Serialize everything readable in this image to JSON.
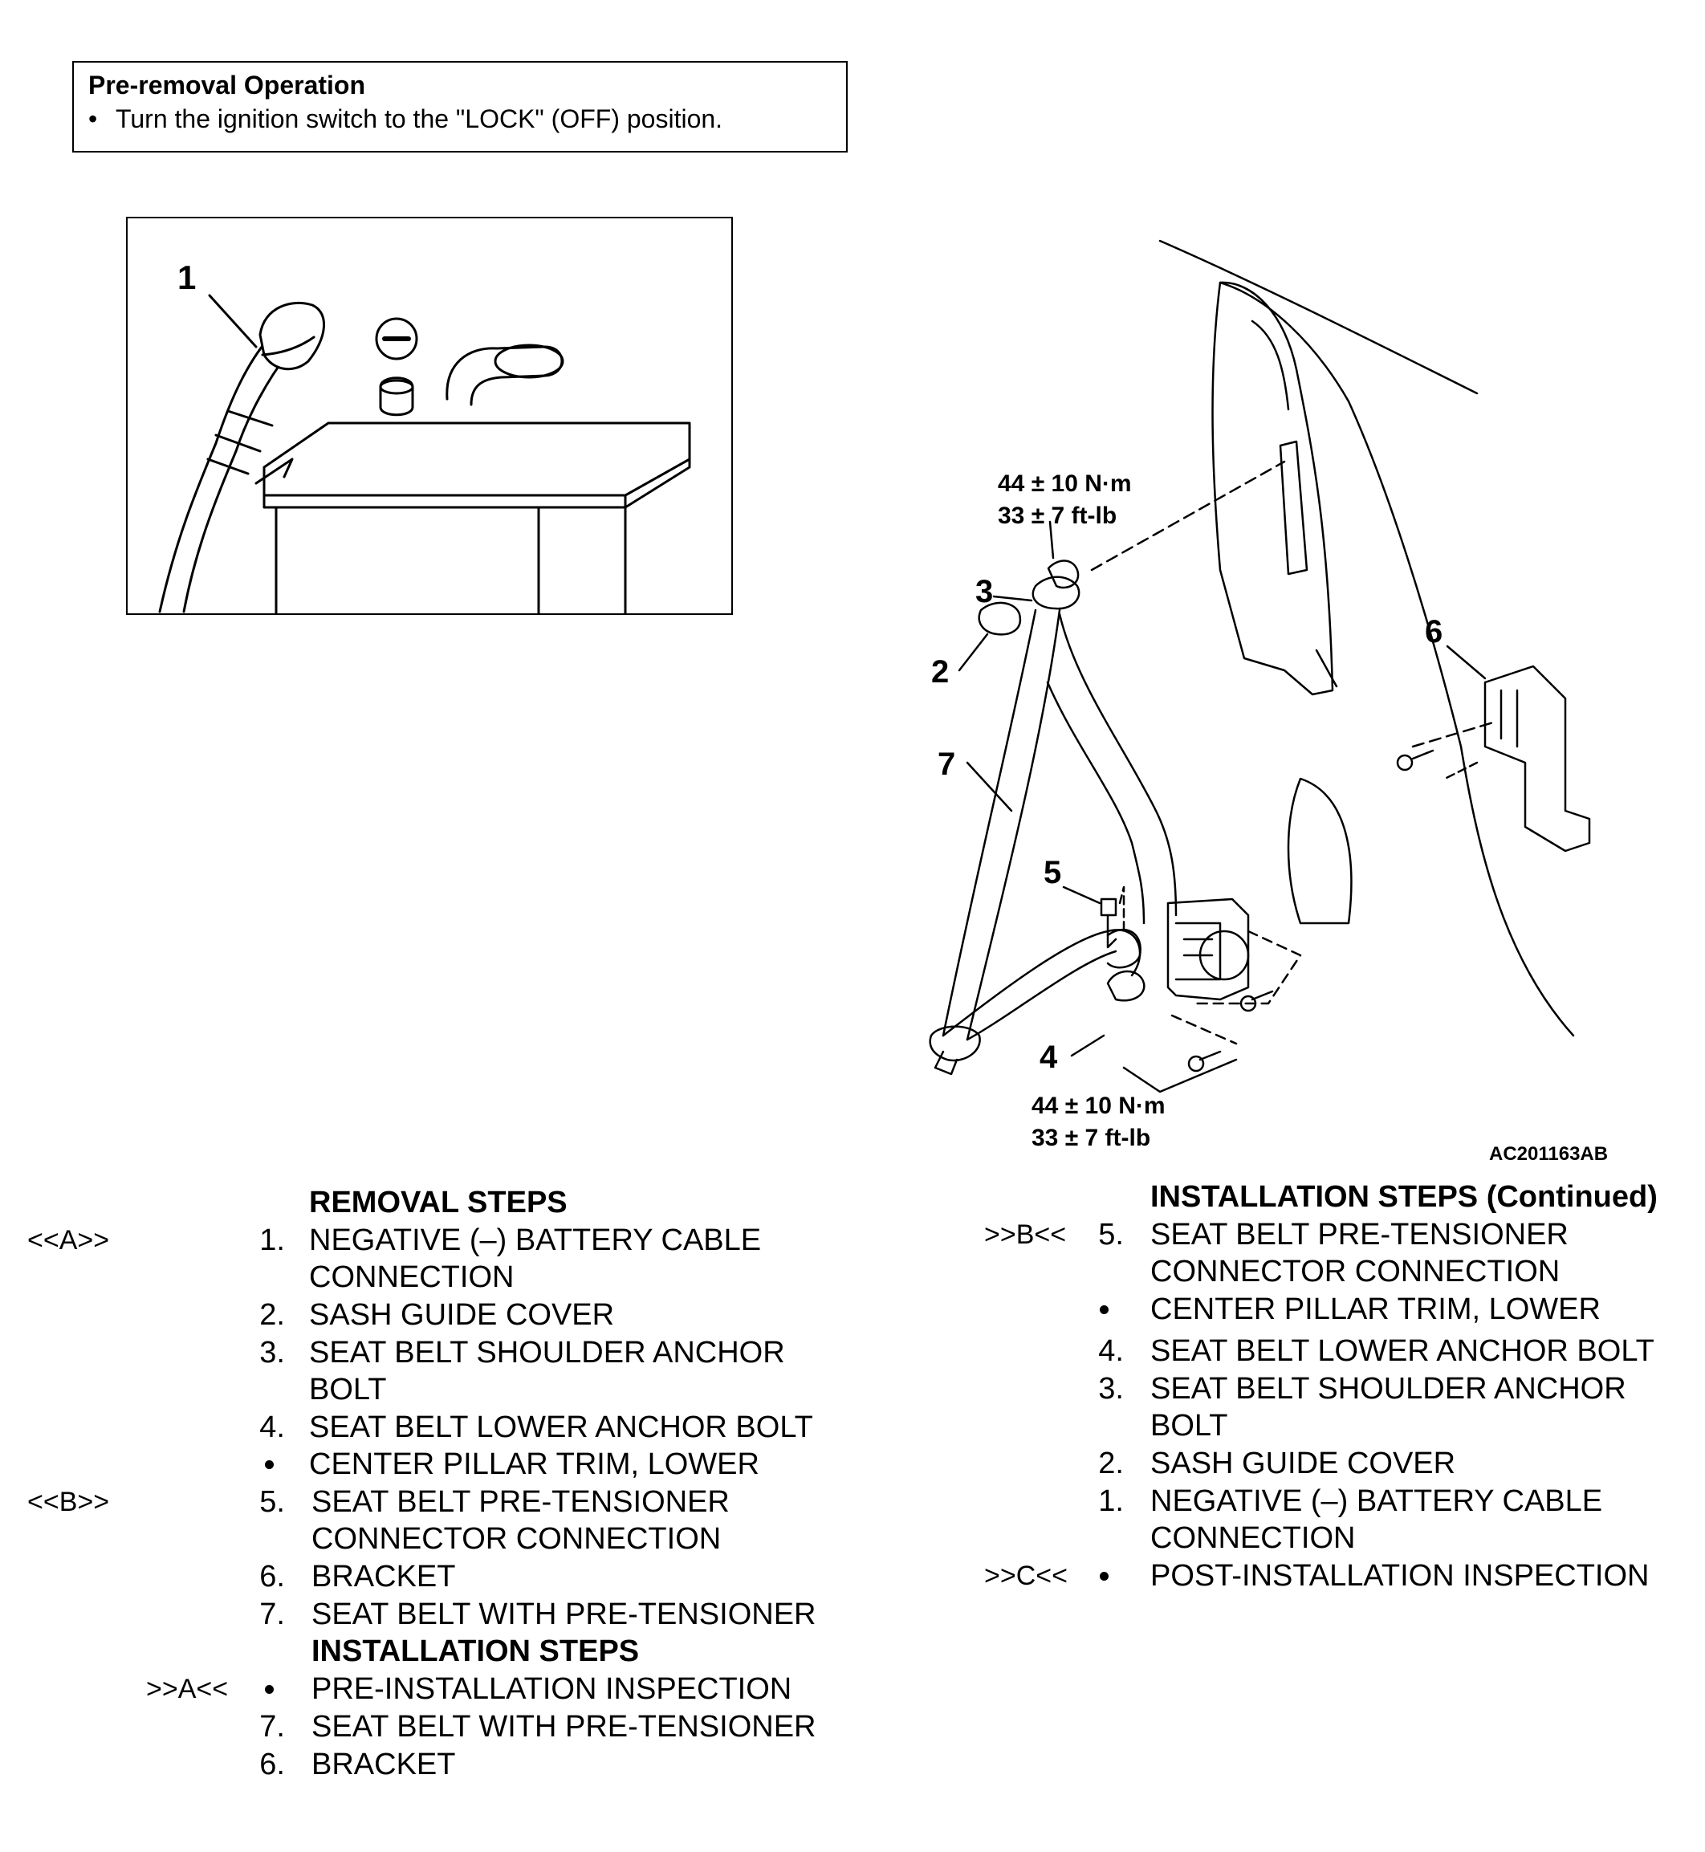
{
  "pre_removal": {
    "title": "Pre-removal Operation",
    "bullet": "•",
    "item": "Turn the ignition switch to the \"LOCK\" (OFF) position."
  },
  "battery_figure": {
    "callout": "1",
    "icon": "minus-circle-icon"
  },
  "seatbelt_figure": {
    "callouts": [
      "2",
      "3",
      "4",
      "5",
      "6",
      "7"
    ],
    "torque_upper": [
      "44 ± 10 N·m",
      "33 ± 7 ft-lb"
    ],
    "torque_lower": [
      "44 ± 10 N·m",
      "33 ± 7 ft-lb"
    ],
    "figure_code": "AC201163AB"
  },
  "removal": {
    "heading": "REMOVAL STEPS",
    "steps": [
      {
        "marker": "<<A>>",
        "num": "1.",
        "text": [
          "NEGATIVE (–) BATTERY CABLE",
          "CONNECTION"
        ]
      },
      {
        "num": "2.",
        "text": [
          "SASH GUIDE COVER"
        ]
      },
      {
        "num": "3.",
        "text": [
          "SEAT BELT SHOULDER ANCHOR",
          "BOLT"
        ]
      },
      {
        "num": "4.",
        "text": [
          "SEAT BELT LOWER ANCHOR BOLT"
        ]
      },
      {
        "num": "•",
        "text": [
          "CENTER PILLAR TRIM, LOWER"
        ]
      },
      {
        "marker": "<<B>>",
        "num": "5.",
        "text": [
          "SEAT BELT PRE-TENSIONER",
          "CONNECTOR CONNECTION"
        ]
      },
      {
        "num": "6.",
        "text": [
          "BRACKET"
        ]
      },
      {
        "num": "7.",
        "text": [
          "SEAT BELT WITH PRE-TENSIONER"
        ]
      }
    ]
  },
  "installation": {
    "heading": "INSTALLATION STEPS",
    "steps": [
      {
        "marker": ">>A<<",
        "num": "•",
        "text": [
          "PRE-INSTALLATION INSPECTION"
        ]
      },
      {
        "num": "7.",
        "text": [
          "SEAT BELT WITH PRE-TENSIONER"
        ]
      },
      {
        "num": "6.",
        "text": [
          "BRACKET"
        ]
      }
    ]
  },
  "installation_continued": {
    "heading": "INSTALLATION STEPS (Continued)",
    "steps": [
      {
        "marker": ">>B<<",
        "num": "5.",
        "text": [
          "SEAT BELT PRE-TENSIONER",
          "CONNECTOR CONNECTION"
        ]
      },
      {
        "num": "•",
        "text": [
          "CENTER PILLAR TRIM, LOWER"
        ]
      },
      {
        "num": "4.",
        "text": [
          "SEAT BELT LOWER ANCHOR BOLT"
        ]
      },
      {
        "num": "3.",
        "text": [
          "SEAT BELT SHOULDER ANCHOR",
          "BOLT"
        ]
      },
      {
        "num": "2.",
        "text": [
          "SASH GUIDE COVER"
        ]
      },
      {
        "num": "1.",
        "text": [
          "NEGATIVE (–) BATTERY CABLE",
          "CONNECTION"
        ]
      },
      {
        "marker": ">>C<<",
        "num": "•",
        "text": [
          "POST-INSTALLATION INSPECTION"
        ]
      }
    ]
  }
}
